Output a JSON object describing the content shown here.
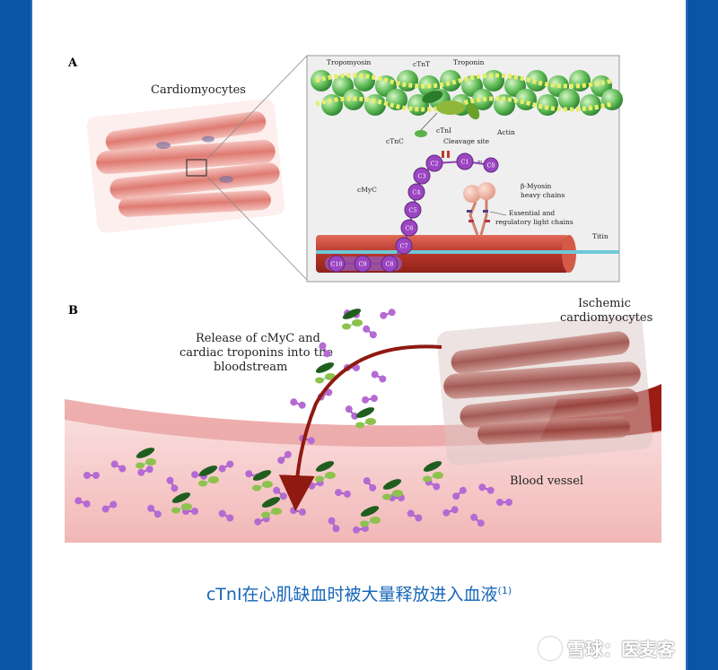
{
  "panelA": {
    "letter": "A",
    "cardiomyocytes": "Cardiomyocytes",
    "tropomyosin": "Tropomyosin",
    "ctnt": "cTnT",
    "troponin": "Troponin",
    "ctni": "cTnI",
    "ctnc": "cTnC",
    "actin": "Actin",
    "cleavage_site": "Cleavage site",
    "cmyc": "cMyC",
    "beta_myosin": "β-Myosin",
    "heavy_chains": "heavy chains",
    "essential_and": "Essential and",
    "regulatory_light_chains": "regulatory light chains",
    "titin": "Titin",
    "domains": [
      "C10",
      "C9",
      "C8",
      "C7",
      "C6",
      "C5",
      "C4",
      "C3",
      "C2",
      "C1",
      "C0"
    ],
    "m_label": "m"
  },
  "panelB": {
    "letter": "B",
    "ischemic_line1": "Ischemic",
    "ischemic_line2": "cardiomyocytes",
    "release_line1": "Release of cMyC and",
    "release_line2": "cardiac troponins into the",
    "release_line3": "bloodstream",
    "blood_vessel": "Blood vessel"
  },
  "caption": {
    "text": "cTnI在心肌缺血时被大量释放进入血液",
    "sup": "(1)"
  },
  "watermark": "雪球：医麦客",
  "colors": {
    "frame_blue": "#0b55a6",
    "caption_blue": "#1766b8",
    "muscle_red": "#c0392b",
    "actin_green": "#4caf50",
    "cmyc_purple": "#8e44ad",
    "vessel_pink": "#f4c6c6"
  }
}
